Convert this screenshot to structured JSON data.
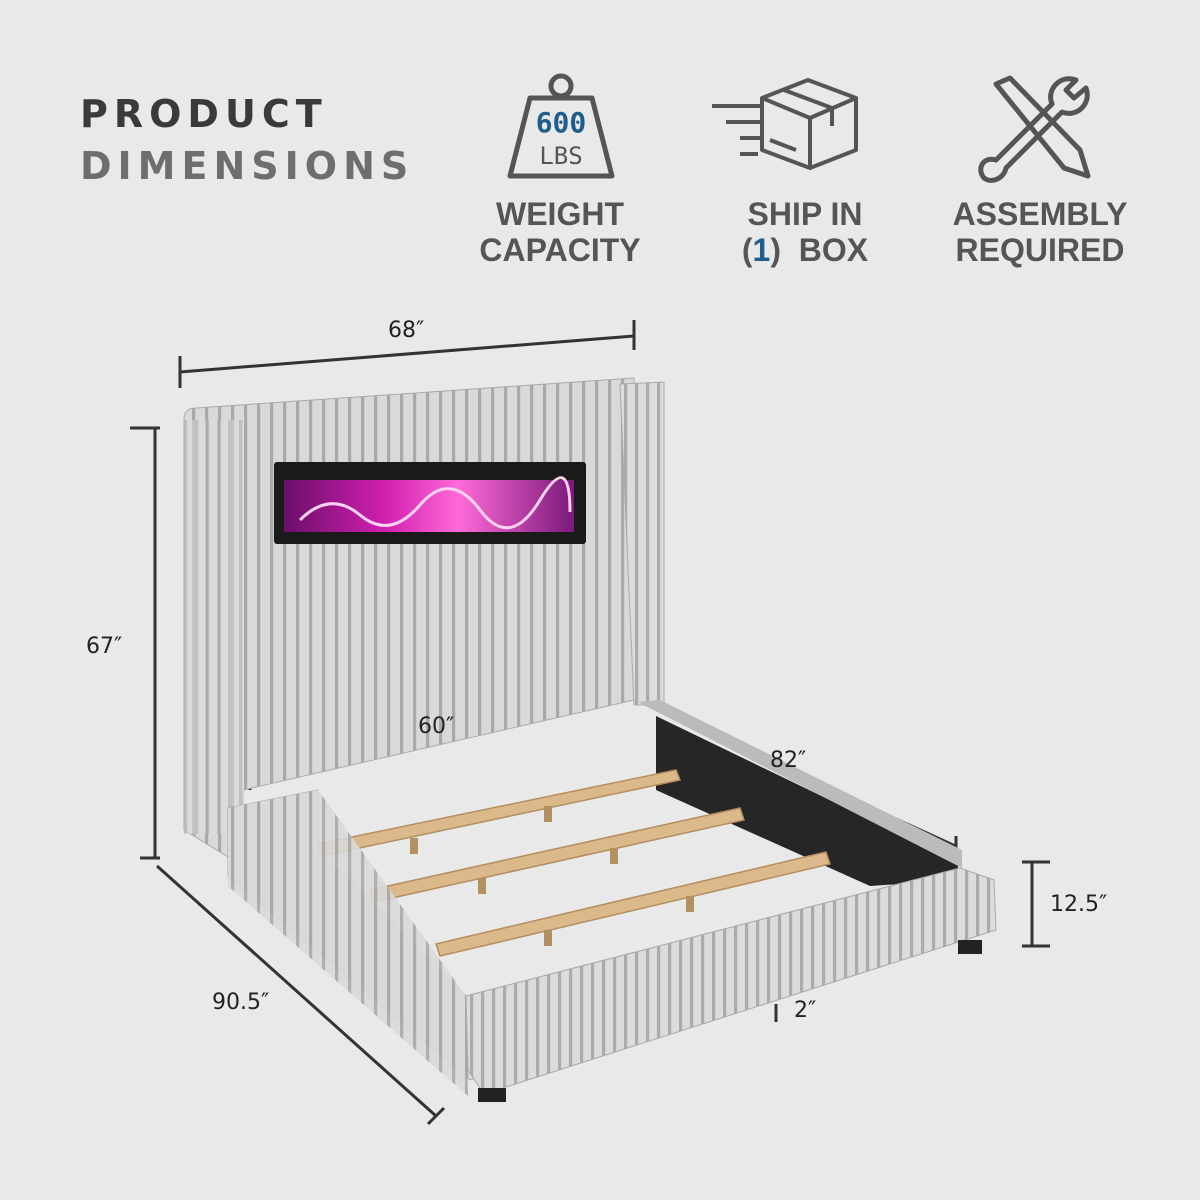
{
  "title": {
    "line1": "PRODUCT",
    "line2": "DIMENSIONS"
  },
  "features": {
    "weight": {
      "badge_number": "600",
      "badge_unit": "LBS",
      "line1": "WEIGHT",
      "line2": "CAPACITY",
      "icon": "weight-icon"
    },
    "ship": {
      "line1": "SHIP IN",
      "line2_prefix": "(",
      "line2_number": "1",
      "line2_suffix": ")  BOX",
      "icon": "box-icon"
    },
    "assembly": {
      "line1": "ASSEMBLY",
      "line2": "REQUIRED",
      "icon": "wrench-screwdriver-icon"
    }
  },
  "dimensions": {
    "overall_width": "68″",
    "overall_height": "67″",
    "inner_width": "60″",
    "inner_length": "82″",
    "rail_height": "12.5″",
    "clearance": "2″",
    "overall_length": "90.5″"
  },
  "colors": {
    "accent": "#1f5d8c",
    "text_dark": "#3a3a3a",
    "text_gray": "#6e6e6e",
    "icon_gray": "#555555"
  }
}
